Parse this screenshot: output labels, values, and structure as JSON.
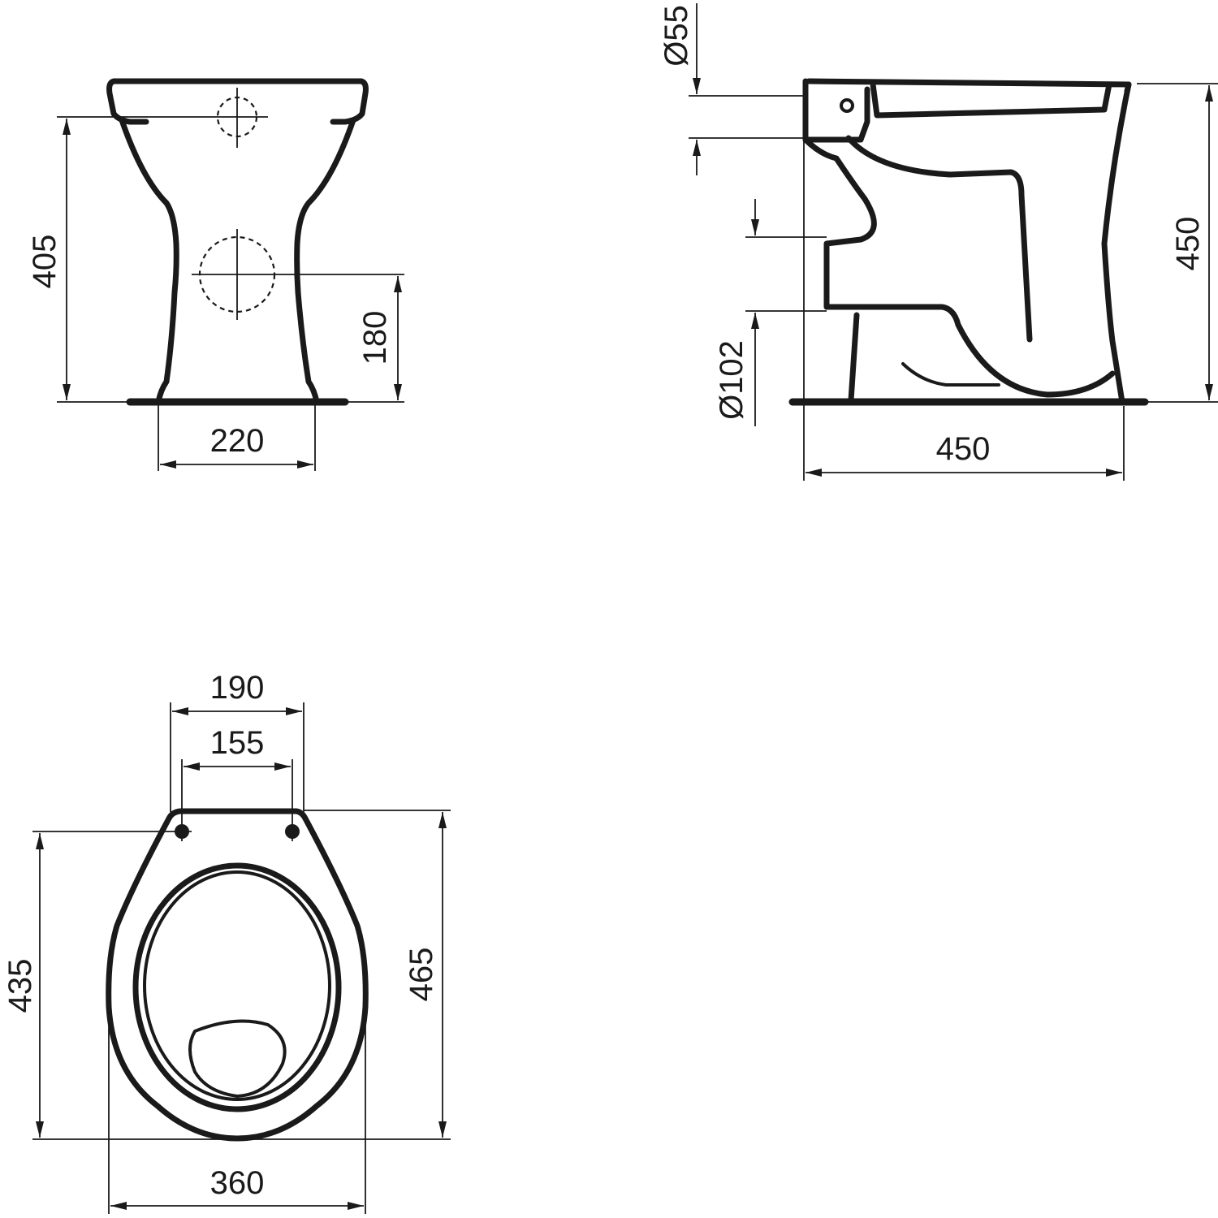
{
  "drawing": {
    "subject": "Floor-standing toilet technical drawing",
    "front_view": {
      "dims": {
        "height_to_rim": "405",
        "outlet_center_height": "180",
        "base_width": "220"
      }
    },
    "side_view": {
      "dims": {
        "inlet_diameter": "Ø55",
        "outlet_diameter": "Ø102",
        "height": "450",
        "depth": "450"
      }
    },
    "top_view": {
      "dims": {
        "hinge_outer_width": "190",
        "hinge_spacing": "155",
        "length_from_hinges": "435",
        "total_length": "465",
        "width": "360"
      }
    },
    "colors": {
      "line": "#1a1a1a",
      "background": "#ffffff"
    }
  }
}
